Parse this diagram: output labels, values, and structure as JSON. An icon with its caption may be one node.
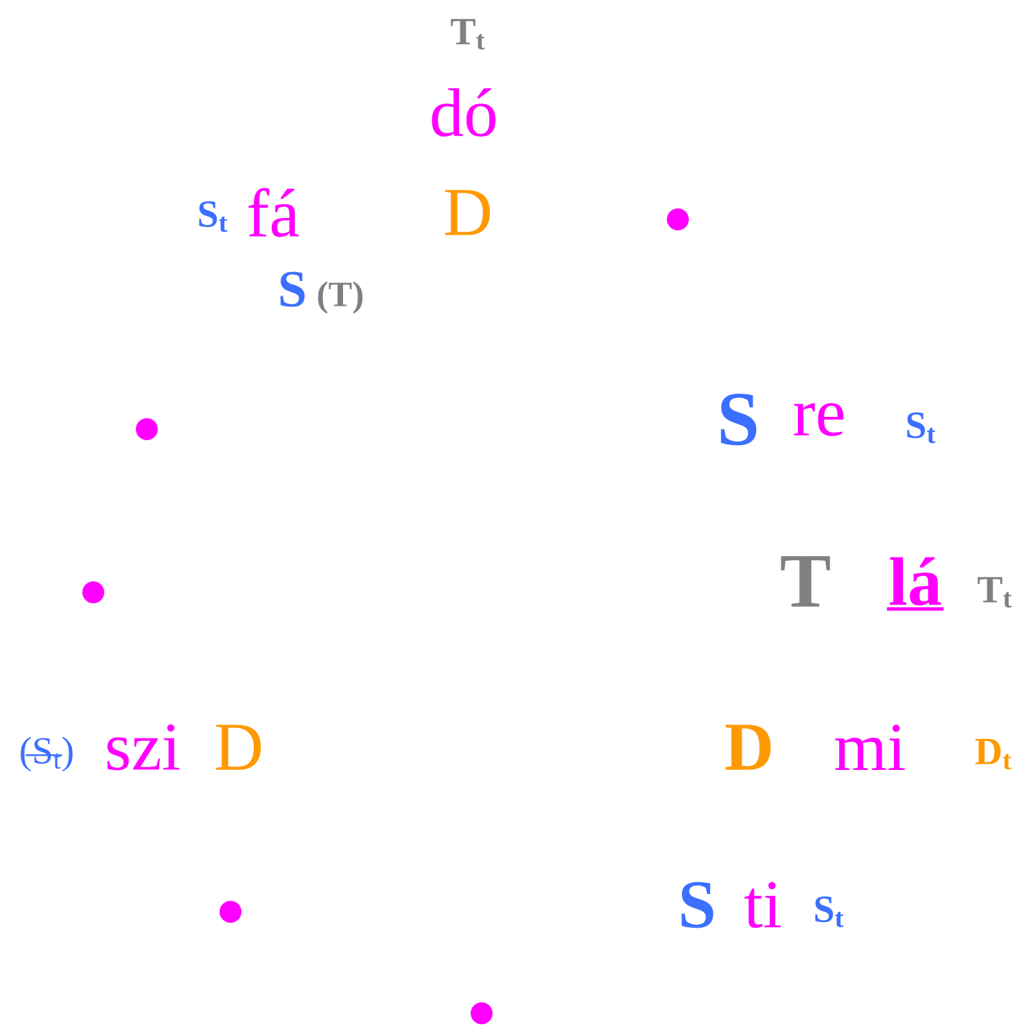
{
  "diagram": {
    "labels": [
      "T$_{t}$",
      "dó",
      "S$_{t}$",
      "fá",
      "D",
      "S",
      "(T)",
      "S",
      "re",
      "S$_{t}$",
      "T",
      "lá",
      "T$_{t}$",
      "(S$_{t}$)",
      "szi",
      "D",
      "D",
      "mi",
      "D$_{t}$",
      "S",
      "ti",
      "S$_{t}$"
    ]
  }
}
